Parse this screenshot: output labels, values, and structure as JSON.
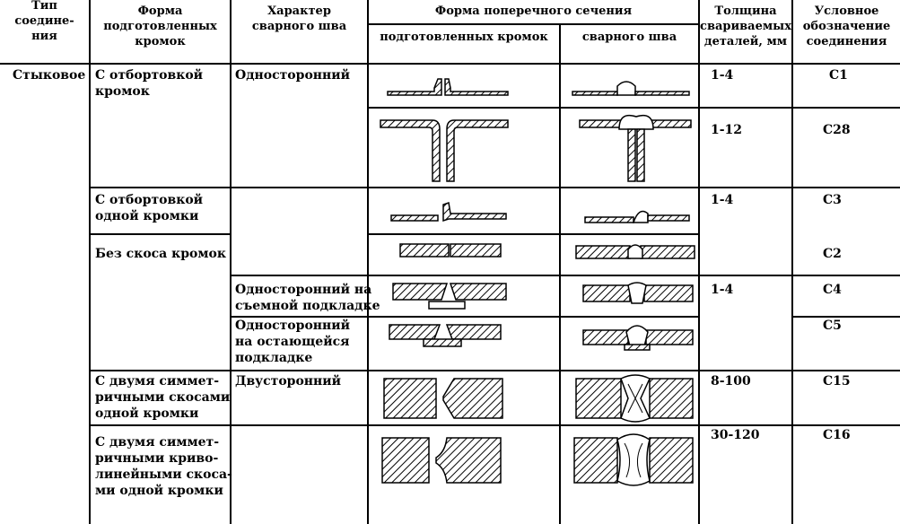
{
  "headers": {
    "col1": "Тип\nсоедине-\nния",
    "col2": "Форма\nподготовленных\nкромок",
    "col3": "Характер\nсварного шва",
    "col4": "Форма поперечного сечения",
    "col4a": "подготовленных кромок",
    "col4b": "сварного шва",
    "col5": "Толщина\nсвариваемых\nдеталей, мм",
    "col6": "Условное\nобозначение\nсоединения"
  },
  "type": "Стыковое",
  "edge_forms": [
    "С отбортовкой\nкромок",
    "С отбортовкой\nодной кромки",
    "Без скоса кромок",
    "С двумя симмет-\nричными скосами\nодной кромки",
    "С двумя симмет-\nричными криво-\nлинейными скоса-\nми одной кромки"
  ],
  "seam_types": [
    "Односторонний",
    "Односторонний на\nсъемной подкладке",
    "Односторонний\nна остающейся\nподкладке",
    "Двусторонний"
  ],
  "thickness": [
    "1-4",
    "1-12",
    "1-4",
    "1-4",
    "8-100",
    "30-120"
  ],
  "codes": [
    "C1",
    "C28",
    "C3",
    "C2",
    "C4",
    "C5",
    "C15",
    "C16"
  ]
}
